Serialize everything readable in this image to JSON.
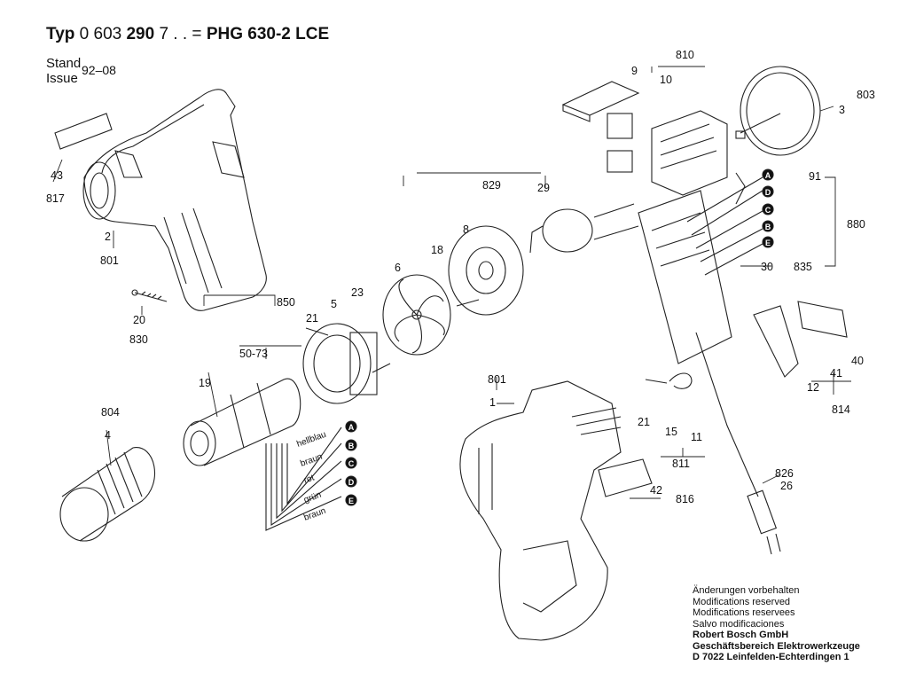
{
  "header": {
    "prefix": "Typ",
    "number_plain": "0 603 ",
    "number_bold": "290",
    "suffix": " 7 . . = ",
    "model": "PHG 630-2 LCE"
  },
  "stand": {
    "label_1": "Stand",
    "label_2": "Issue",
    "value": "92–08"
  },
  "callouts": [
    "810",
    "9",
    "10",
    "803",
    "3",
    "43",
    "817",
    "829",
    "29",
    "91",
    "880",
    "2",
    "801",
    "18",
    "8",
    "6",
    "30",
    "835",
    "850",
    "21",
    "5",
    "23",
    "20",
    "830",
    "50-73",
    "19",
    "804",
    "4",
    "801",
    "1",
    "41",
    "40",
    "12",
    "814",
    "21",
    "15",
    "11",
    "811",
    "42",
    "816",
    "826",
    "26"
  ],
  "wires": [
    "hellblau",
    "braun",
    "rot",
    "grün",
    "braun"
  ],
  "markers": [
    "A",
    "B",
    "C",
    "D",
    "E"
  ],
  "notes": {
    "line_1": "Änderungen vorbehalten",
    "line_2": "Modifications reserved",
    "line_3": "Modifications reservees",
    "line_4": "Salvo modificaciones",
    "company_1": "Robert Bosch GmbH",
    "company_2": "Geschäftsbereich Elektrowerkzeuge",
    "company_3": "D 7022 Leinfelden-Echterdingen 1"
  }
}
